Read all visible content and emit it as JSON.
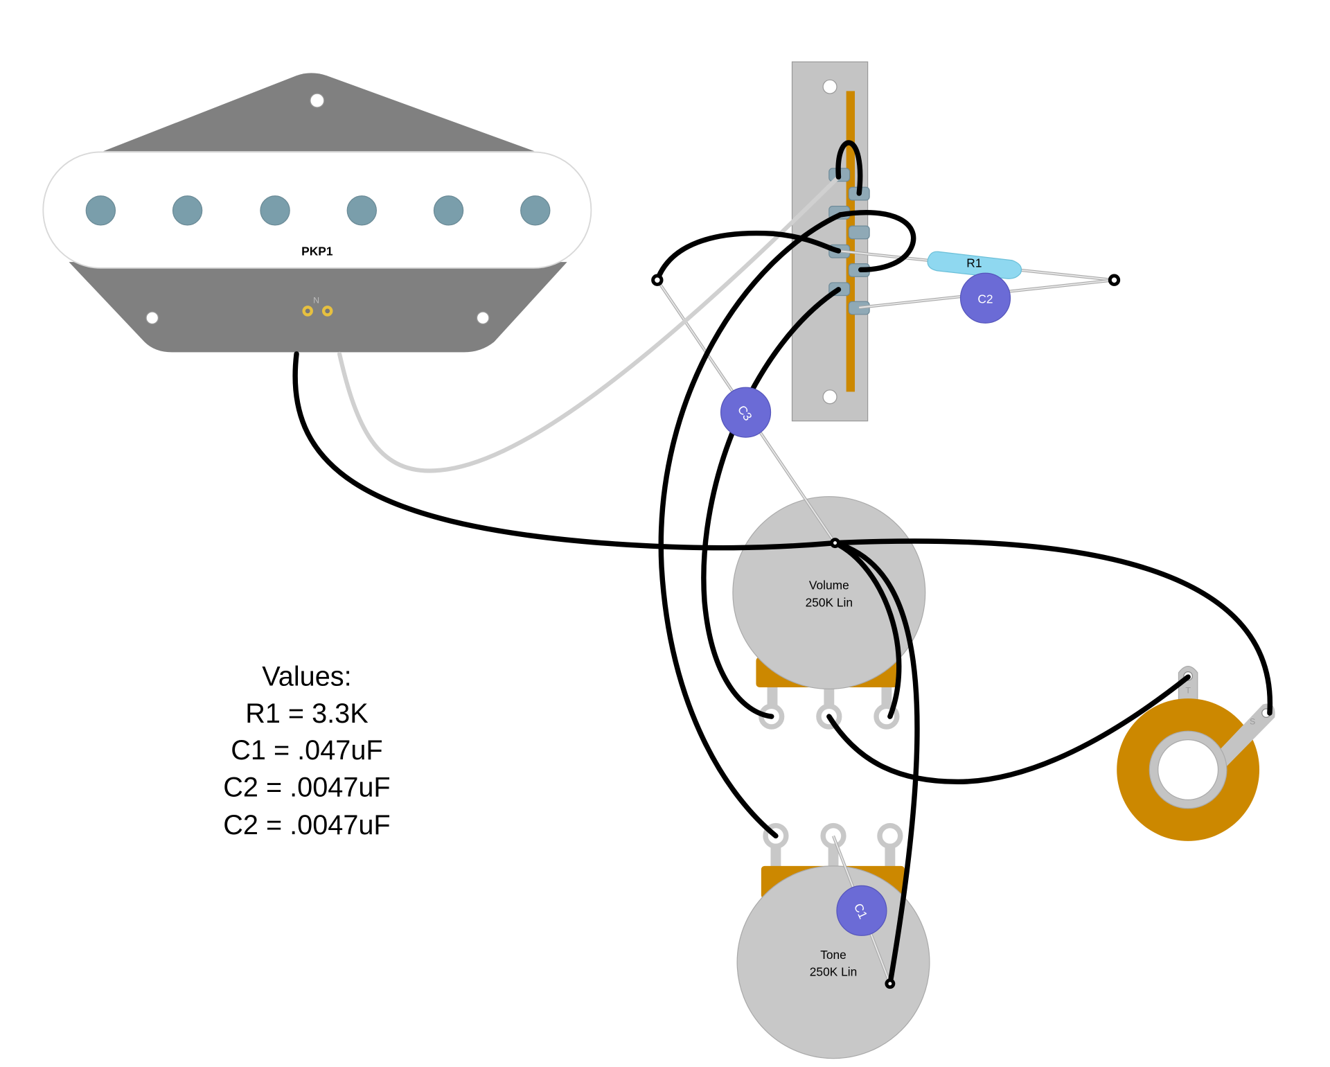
{
  "pickup": {
    "label": "PKP1",
    "terminal_label": "N"
  },
  "switch": {},
  "resistor": {
    "label": "R1"
  },
  "capacitors": {
    "c1": "C1",
    "c2": "C2",
    "c3": "C3"
  },
  "volume_pot": {
    "name": "Volume",
    "value": "250K Lin"
  },
  "tone_pot": {
    "name": "Tone",
    "value": "250K Lin"
  },
  "jack": {
    "tip_label": "T",
    "sleeve_label": "S"
  },
  "values": {
    "title": "Values:",
    "lines": [
      "R1 = 3.3K",
      "C1 = .047uF",
      "C2 = .0047uF",
      "C2 = .0047uF"
    ]
  },
  "colors": {
    "pickup_base": "#808080",
    "pole": "#7a9eab",
    "switch_plate": "#c4c4c4",
    "orange": "#cc8800",
    "capacitor": "#6b6bd6",
    "resistor": "#8fd8f0",
    "pot": "#c8c8c8"
  }
}
